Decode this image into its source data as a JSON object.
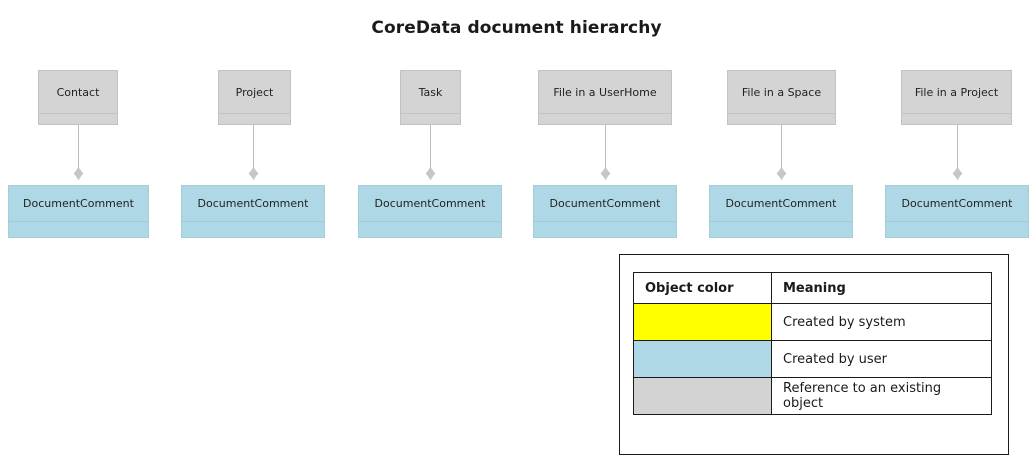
{
  "title": "CoreData document hierarchy",
  "colors": {
    "reference_gray": "#d4d4d4",
    "user_blue": "#afd8e6",
    "system_yellow": "#ffff00",
    "line_gray": "#bcbcbc",
    "legend_border": "#1a1a1a",
    "text": "#1a1a1a"
  },
  "hierarchy": {
    "child_label": "DocumentComment",
    "pairs": [
      {
        "parent": "Contact",
        "child": "DocumentComment"
      },
      {
        "parent": "Project",
        "child": "DocumentComment"
      },
      {
        "parent": "Task",
        "child": "DocumentComment"
      },
      {
        "parent": "File in a UserHome",
        "child": "DocumentComment"
      },
      {
        "parent": "File in a Space",
        "child": "DocumentComment"
      },
      {
        "parent": "File in a Project",
        "child": "DocumentComment"
      }
    ]
  },
  "legend": {
    "headers": {
      "color": "Object color",
      "meaning": "Meaning"
    },
    "rows": [
      {
        "swatch": "#ffff00",
        "meaning": "Created by system"
      },
      {
        "swatch": "#afd8e6",
        "meaning": "Created by user"
      },
      {
        "swatch": "#d3d3d3",
        "meaning": "Reference to an existing object"
      }
    ]
  }
}
